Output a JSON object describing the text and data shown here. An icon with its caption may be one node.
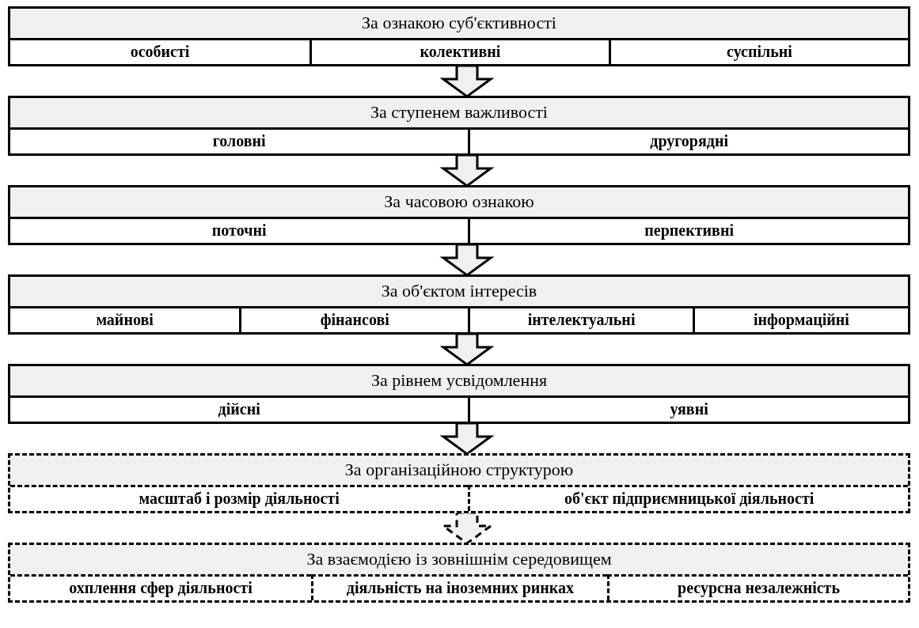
{
  "diagram": {
    "nodes": [
      {
        "text": [
          "За ознакою суб'єктивності"
        ]
      },
      {
        "text": [
          "особисті"
        ],
        "in": 0
      },
      {
        "text": [
          "колективні"
        ],
        "in": 0
      },
      {
        "text": [
          "суспільні"
        ],
        "in": 0
      },
      {
        "text": [
          "За ступенем важливості"
        ]
      },
      {
        "text": [
          "головні"
        ],
        "in": 4
      },
      {
        "text": [
          "другорядні"
        ],
        "in": 4
      },
      {
        "text": [
          "За часовою ознакою"
        ]
      },
      {
        "text": [
          "поточні"
        ],
        "in": 7
      },
      {
        "text": [
          "перпективні"
        ],
        "in": 7
      },
      {
        "text": [
          "За об'єктом інтересів"
        ]
      },
      {
        "text": [
          "майнові"
        ],
        "in": 10
      },
      {
        "text": [
          "фінансові"
        ],
        "in": 10
      },
      {
        "text": [
          "інтелектуальні"
        ],
        "in": 10
      },
      {
        "text": [
          "інформаційні"
        ],
        "in": 10
      },
      {
        "text": [
          "За рівнем усвідомлення"
        ]
      },
      {
        "text": [
          "дійсні"
        ],
        "in": 15
      },
      {
        "text": [
          "уявні"
        ],
        "in": 15
      },
      {
        "text": [
          "За організаційною структурою"
        ]
      },
      {
        "text": [
          "масштаб і розмір діяльності"
        ],
        "in": 18
      },
      {
        "text": [
          "об'єкт підприємницької діяльності"
        ],
        "in": 18
      },
      {
        "text": [
          "За взаємодією із зовнішнім середовищем"
        ]
      },
      {
        "text": [
          "охплення сфер діяльності"
        ],
        "in": 21
      },
      {
        "text": [
          "діяльність на іноземних ринках"
        ],
        "in": 21
      },
      {
        "text": [
          "ресурсна незалежність"
        ],
        "in": 21
      }
    ],
    "edges": [
      {
        "from": 0,
        "to": 4,
        "arrow": "to"
      },
      {
        "from": 4,
        "to": 7,
        "arrow": "to"
      },
      {
        "from": 7,
        "to": 10,
        "arrow": "to"
      },
      {
        "from": 10,
        "to": 15,
        "arrow": "to"
      },
      {
        "from": 15,
        "to": 18,
        "arrow": "to"
      },
      {
        "from": 18,
        "to": 21,
        "arrow": "to",
        "style": "dashed"
      }
    ]
  }
}
